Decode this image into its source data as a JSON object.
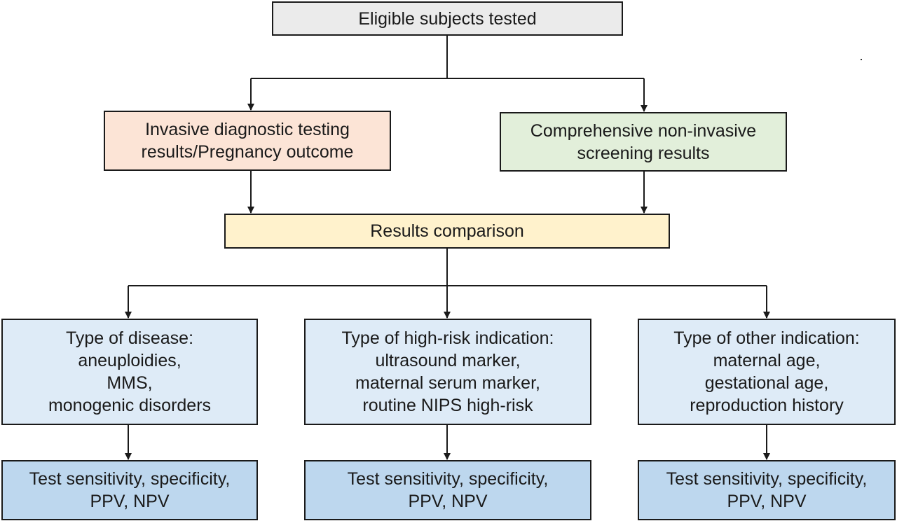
{
  "colors": {
    "top": "#ebebeb",
    "invasive": "#fce4d6",
    "screening": "#e2efda",
    "comparison": "#fff2cc",
    "category": "#deebf7",
    "metrics": "#bdd7ee",
    "line": "#1a1a1a"
  },
  "nodes": {
    "eligible": {
      "text": "Eligible subjects tested"
    },
    "invasive": {
      "lines": [
        "Invasive diagnostic testing",
        "results/Pregnancy outcome"
      ]
    },
    "screening": {
      "lines": [
        "Comprehensive non-invasive",
        "screening results"
      ]
    },
    "comparison": {
      "text": "Results comparison"
    },
    "disease": {
      "lines": [
        "Type of disease:",
        "aneuploidies,",
        "MMS,",
        "monogenic disorders"
      ]
    },
    "high_risk": {
      "lines": [
        "Type of high-risk indication:",
        "ultrasound marker,",
        "maternal serum marker,",
        "routine NIPS high-risk"
      ]
    },
    "other": {
      "lines": [
        "Type of other indication:",
        "maternal age,",
        "gestational age,",
        "reproduction history"
      ]
    },
    "metrics_1": {
      "lines": [
        "Test sensitivity, specificity,",
        "PPV, NPV"
      ]
    },
    "metrics_2": {
      "lines": [
        "Test sensitivity, specificity,",
        "PPV, NPV"
      ]
    },
    "metrics_3": {
      "lines": [
        "Test sensitivity, specificity,",
        "PPV, NPV"
      ]
    }
  }
}
